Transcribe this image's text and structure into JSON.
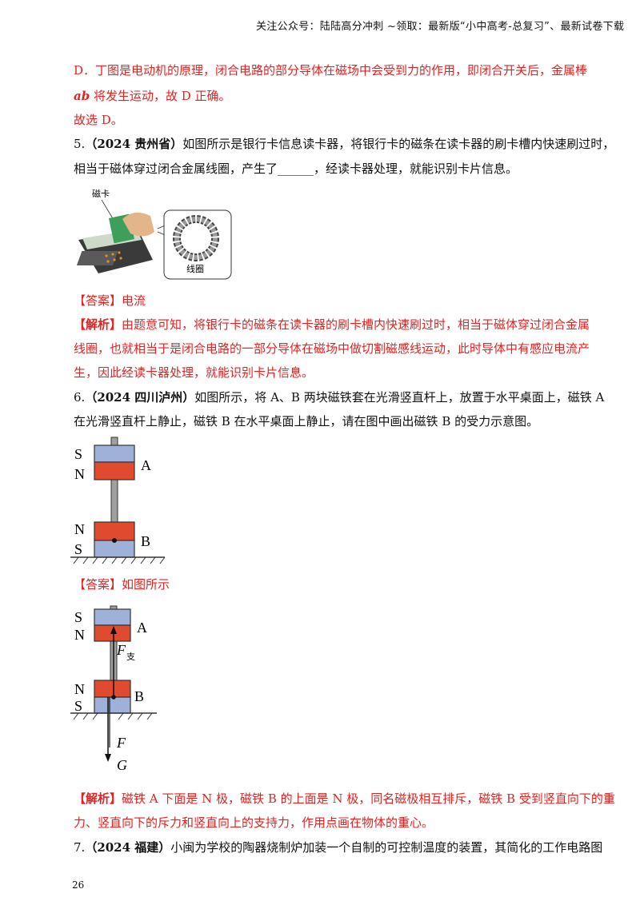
{
  "header": "关注公众号：陆陆高分冲刺  ~领取：最新版“小中高考-总复习”、最新试卷下载",
  "prev": {
    "d_line1": "D．丁图是电动机的原理，闭合电路的部分导体在磁场中会受到力的作用，即闭合开关后，金属棒",
    "d_line2_var": "ab",
    "d_line2_rest": " 将发生运动，故 D 正确。",
    "choose": "故选 D。"
  },
  "q5": {
    "num": "5.",
    "source": "（2024 贵州省）",
    "line1": "如图所示是银行卡信息读卡器，将银行卡的磁条在读卡器的刷卡槽内快速刷过时，",
    "line2": "相当于磁体穿过闭合金属线圈，产生了______，经读卡器处理，就能识别卡片信息。",
    "fig_label_card": "磁卡",
    "fig_label_coil": "线圈",
    "answer_tag": "【答案】",
    "answer": "电流",
    "analysis_tag": "【解析】",
    "analysis_l1": "由题意可知，将银行卡的磁条在读卡器的刷卡槽内快速刷过时，相当于磁体穿过闭合金属",
    "analysis_l2": "线圈，也就相当于是闭合电路的一部分导体在磁场中做切割磁感线运动，此时导体中有感应电流产",
    "analysis_l3": "生，因此经读卡器处理，就能识别卡片信息。"
  },
  "q6": {
    "num": "6.",
    "source": "（2024 四川泸州）",
    "line1": "如图所示，将 A、B 两块磁铁套在光滑竖直杆上，放置于水平桌面上，磁铁 A",
    "line2": "在光滑竖直杆上静止，磁铁 B 在水平桌面上静止，请在图中画出磁铁 B 的受力示意图。",
    "fig": {
      "top_pole_upper": "S",
      "top_pole_lower": "N",
      "bot_pole_upper": "N",
      "bot_pole_lower": "S",
      "label_a": "A",
      "label_b": "B"
    },
    "answer_tag": "【答案】",
    "answer": "如图所示",
    "ans_fig": {
      "f_support": "F",
      "f_support_sub": "支",
      "f_down": "F",
      "g_label": "G"
    },
    "analysis_tag": "【解析】",
    "analysis_l1": "磁铁 A 下面是 N 极，磁铁 B 的上面是 N 极，同名磁极相互排斥，磁铁 B 受到竖直向下的重",
    "analysis_l2": "力、竖直向下的斥力和竖直向上的支持力，作用点画在物体的重心。"
  },
  "q7": {
    "num": "7.",
    "source": "（2024 福建）",
    "line1": "小闽为学校的陶器烧制炉加装一个自制的可控制温度的装置，其简化的工作电路图"
  },
  "page_number": "26",
  "colors": {
    "red": "#e32222",
    "magnet_blue": "#9fb1d9",
    "magnet_red": "#e04a2e"
  }
}
